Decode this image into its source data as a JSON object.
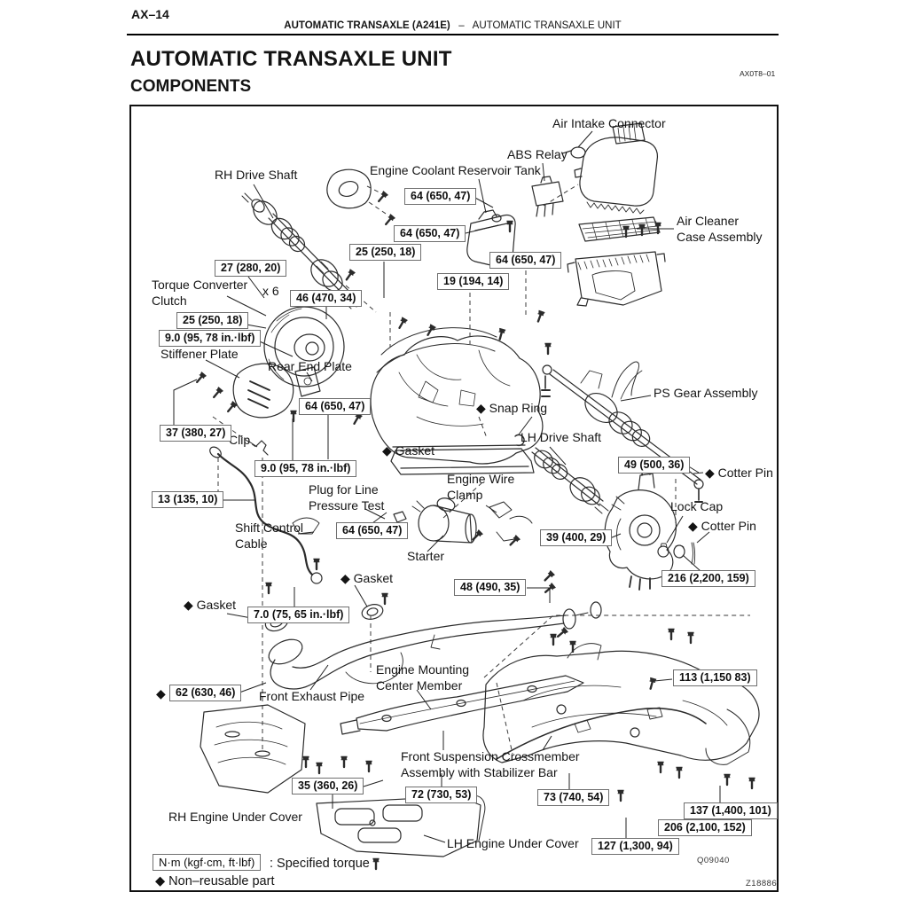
{
  "page": {
    "page_number": "AX–14",
    "header_bold": "AUTOMATIC TRANSAXLE (A241E)",
    "header_sep": "–",
    "header_rest": "AUTOMATIC TRANSAXLE UNIT",
    "title": "AUTOMATIC TRANSAXLE UNIT",
    "section": "COMPONENTS",
    "doc_code": "AX0T8–01",
    "figure_code_1": "Q09040",
    "figure_code_2": "Z18886"
  },
  "legend": {
    "torque_units": "N·m (kgf·cm, ft·lbf)",
    "torque_desc": ": Specified torque",
    "nonreusable": "◆ Non–reusable part"
  },
  "colors": {
    "ink": "#141414",
    "line_art": "#2b2b2b",
    "box_border": "#6f6f6f",
    "page_bg": "#ffffff"
  },
  "part_labels": [
    {
      "text": "Air Intake Connector",
      "style": "left:623px;top:131px"
    },
    {
      "text": "ABS Relay",
      "style": "left:572px;top:166px"
    },
    {
      "text": "Engine Coolant Reservoir Tank",
      "style": "left:417px;top:184px"
    },
    {
      "text": "RH Drive Shaft",
      "style": "left:242px;top:189px"
    },
    {
      "text": "Air Cleaner\nCase Assembly",
      "style": "left:763px;top:241px"
    },
    {
      "text": "Torque Converter\nClutch",
      "style": "left:171px;top:313px"
    },
    {
      "text": "x 6",
      "style": "left:296px;top:320px"
    },
    {
      "text": "Stiffener Plate",
      "style": "left:181px;top:391px"
    },
    {
      "text": "Rear End Plate",
      "style": "left:302px;top:405px"
    },
    {
      "text": "PS Gear Assembly",
      "style": "left:737px;top:435px"
    },
    {
      "text": "◆ Snap Ring",
      "style": "left:537px;top:452px"
    },
    {
      "text": "LH Drive Shaft",
      "style": "left:587px;top:485px"
    },
    {
      "text": "Clip",
      "style": "left:258px;top:488px"
    },
    {
      "text": "◆ Gasket",
      "style": "left:431px;top:500px"
    },
    {
      "text": "◆ Cotter Pin",
      "style": "left:795px;top:525px"
    },
    {
      "text": "Engine Wire\nClamp",
      "style": "left:504px;top:532px"
    },
    {
      "text": "Plug for Line\nPressure Test",
      "style": "left:348px;top:544px"
    },
    {
      "text": "Lock Cap",
      "style": "left:756px;top:563px"
    },
    {
      "text": "◆ Cotter Pin",
      "style": "left:776px;top:585px"
    },
    {
      "text": "Shift Control\nCable",
      "style": "left:265px;top:587px"
    },
    {
      "text": "Starter",
      "style": "left:459px;top:619px"
    },
    {
      "text": "◆ Gasket",
      "style": "left:384px;top:644px"
    },
    {
      "text": "◆ Gasket",
      "style": "left:207px;top:674px"
    },
    {
      "text": "Engine Mounting\nCenter Member",
      "style": "left:424px;top:747px"
    },
    {
      "text": "Front Exhaust Pipe",
      "style": "left:292px;top:777px"
    },
    {
      "text": "◆",
      "style": "left:176px;top:774px"
    },
    {
      "text": "Front Suspension Crossmember\nAssembly with Stabilizer Bar",
      "style": "left:452px;top:845px"
    },
    {
      "text": "RH Engine Under Cover",
      "style": "left:190px;top:913px"
    },
    {
      "text": "LH Engine Under Cover",
      "style": "left:504px;top:943px"
    }
  ],
  "torque_specs": [
    {
      "text": "64 (650, 47)",
      "style": "left:456px;top:212px"
    },
    {
      "text": "64 (650, 47)",
      "style": "left:444px;top:254px"
    },
    {
      "text": "25 (250, 18)",
      "style": "left:394px;top:275px"
    },
    {
      "text": "64 (650, 47)",
      "style": "left:552px;top:284px"
    },
    {
      "text": "27 (280, 20)",
      "style": "left:242px;top:293px"
    },
    {
      "text": "19 (194, 14)",
      "style": "left:493px;top:308px"
    },
    {
      "text": "46 (470, 34)",
      "style": "left:327px;top:327px"
    },
    {
      "text": "25 (250, 18)",
      "style": "left:199px;top:352px"
    },
    {
      "text": "9.0 (95, 78 in.·lbf)",
      "style": "left:179px;top:372px"
    },
    {
      "text": "64 (650, 47)",
      "style": "left:337px;top:449px"
    },
    {
      "text": "37 (380, 27)",
      "style": "left:180px;top:479px"
    },
    {
      "text": "9.0 (95, 78 in.·lbf)",
      "style": "left:287px;top:519px"
    },
    {
      "text": "13 (135, 10)",
      "style": "left:171px;top:554px"
    },
    {
      "text": "49 (500, 36)",
      "style": "left:697px;top:515px"
    },
    {
      "text": "64 (650, 47)",
      "style": "left:379px;top:589px"
    },
    {
      "text": "39 (400, 29)",
      "style": "left:609px;top:597px"
    },
    {
      "text": "216 (2,200, 159)",
      "style": "left:746px;top:643px"
    },
    {
      "text": "48 (490, 35)",
      "style": "left:512px;top:653px"
    },
    {
      "text": "7.0 (75, 65 in.·lbf)",
      "style": "left:279px;top:684px"
    },
    {
      "text": "62 (630, 46)",
      "style": "left:191px;top:772px"
    },
    {
      "text": "113 (1,150 83)",
      "style": "left:759px;top:755px"
    },
    {
      "text": "35 (360, 26)",
      "style": "left:329px;top:877px"
    },
    {
      "text": "72 (730, 53)",
      "style": "left:457px;top:887px"
    },
    {
      "text": "73 (740, 54)",
      "style": "left:606px;top:890px"
    },
    {
      "text": "137 (1,400, 101)",
      "style": "left:771px;top:905px"
    },
    {
      "text": "206 (2,100, 152)",
      "style": "left:742px;top:924px"
    },
    {
      "text": "127 (1,300, 94)",
      "style": "left:667px;top:945px"
    }
  ]
}
